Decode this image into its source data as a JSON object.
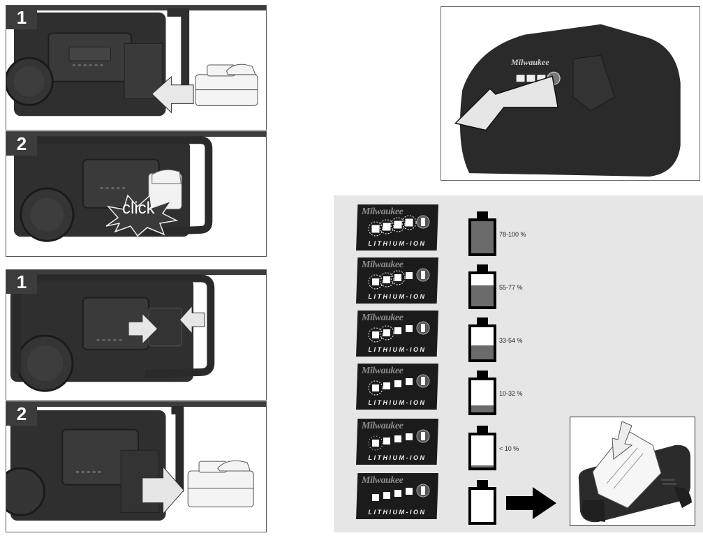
{
  "left_column": {
    "insert_sequence": {
      "steps": [
        {
          "number": "1",
          "action": "slide battery into compartment"
        },
        {
          "number": "2",
          "action": "battery clicks into place",
          "callout": "click"
        }
      ]
    },
    "remove_sequence": {
      "steps": [
        {
          "number": "1",
          "action": "press release buttons on both sides"
        },
        {
          "number": "2",
          "action": "pull battery out"
        }
      ]
    }
  },
  "fuel_gauge_illustration": {
    "brand_text": "Milwaukee",
    "action": "press fuel gauge button"
  },
  "gauge_table": {
    "label_brand": "Milwaukee",
    "label_chemistry": "LITHIUM-ION",
    "rows": [
      {
        "lit_leds": 4,
        "fill_percent": 100,
        "label": "78-100 %"
      },
      {
        "lit_leds": 3,
        "fill_percent": 66,
        "label": "55-77 %"
      },
      {
        "lit_leds": 2,
        "fill_percent": 44,
        "label": "33-54 %"
      },
      {
        "lit_leds": 1,
        "fill_percent": 21,
        "label": "10-32 %"
      },
      {
        "lit_leds": 1,
        "fill_percent": 6,
        "label": "< 10 %",
        "blinking": true
      },
      {
        "lit_leds": 0,
        "fill_percent": 0,
        "label": ""
      }
    ],
    "next_step": "charge battery in charger"
  },
  "colors": {
    "step_badge_bg": "#3c3c3c",
    "tool_body": "#2e2e2e",
    "gauge_section_bg": "#e6e6e6",
    "battery_fill": "#6b6b6b",
    "label_card_bg": "#1b1b1b"
  }
}
